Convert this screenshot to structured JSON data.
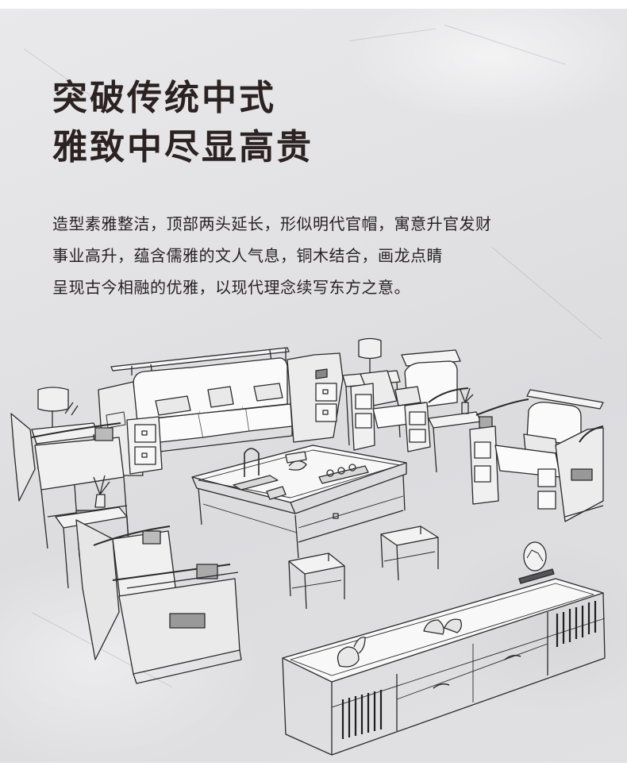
{
  "page": {
    "background_color": "#e2e2e4",
    "text_color": "#2b2221"
  },
  "headline": {
    "line1": "突破传统中式",
    "line2": "雅致中尽显高贵"
  },
  "description": {
    "lines": [
      "造型素雅整洁，顶部两头延长，形似明代官帽，寓意升官发财",
      "事业高升，蕴含儒雅的文人气息，铜木结合，画龙点睛",
      "呈现古今相融的优雅，以现代理念续写东方之意。"
    ]
  },
  "illustration": {
    "subject": "sketch-style chinese furniture set",
    "items": [
      "three-seat sofa",
      "armchair (right, top)",
      "armchair (right)",
      "armchair (left, top)",
      "armchair (left, bottom)",
      "side table with lamp (left)",
      "side table with lamp (center)",
      "side table with plant",
      "square tea table with tea set",
      "stool",
      "stool",
      "tv cabinet with ornaments"
    ]
  }
}
